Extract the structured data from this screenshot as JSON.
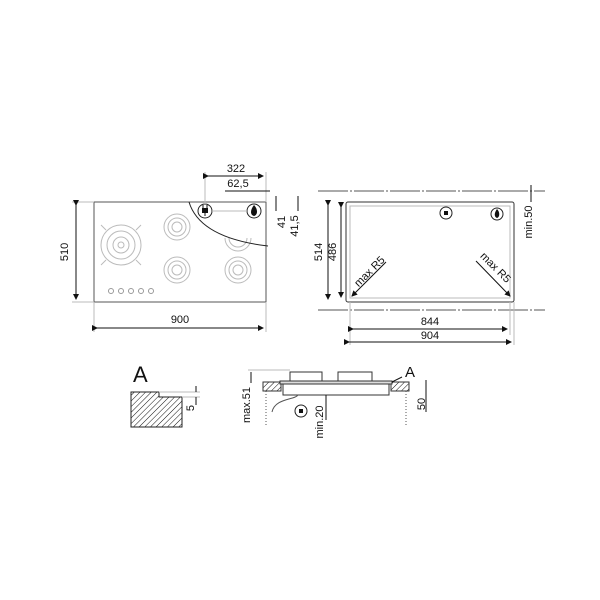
{
  "top_view": {
    "width_label": "900",
    "height_label": "510",
    "offset_322": "322",
    "offset_62_5": "62,5",
    "offset_41": "41",
    "offset_41_5": "41,5"
  },
  "cutout_view": {
    "outer_width": "904",
    "inner_width": "844",
    "outer_height": "514",
    "inner_height": "486",
    "min_back": "min.50",
    "radius_left": "max R5",
    "radius_right": "max R5"
  },
  "detail_a": {
    "label": "A",
    "step": "5"
  },
  "section_view": {
    "max_height": "max.51",
    "min_clearance": "min.20",
    "depth": "50",
    "detail_ref": "A"
  },
  "icons": [
    "plug-icon",
    "gas-flame-icon"
  ]
}
